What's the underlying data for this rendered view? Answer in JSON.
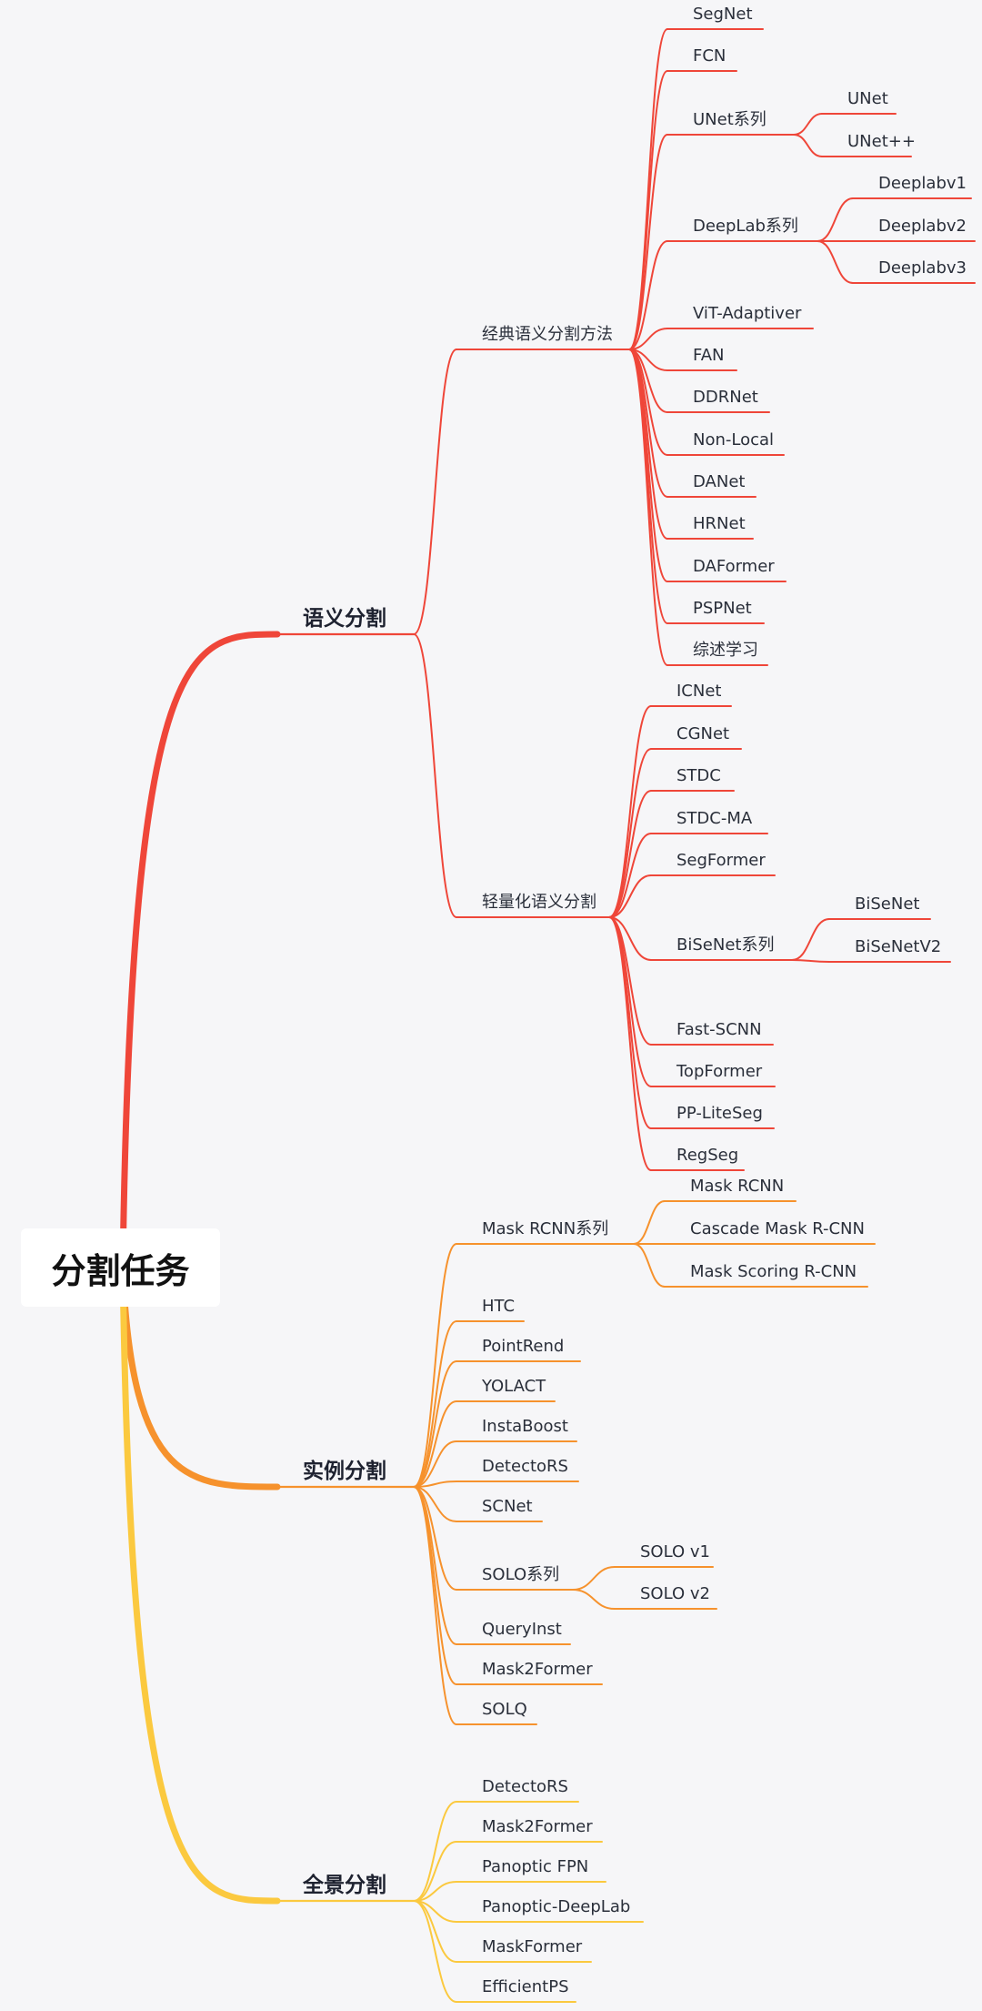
{
  "colors": {
    "semantic": "#ef4639",
    "instance": "#f6922d",
    "panoptic": "#fbc93f",
    "background": "#f6f6f8"
  },
  "root": {
    "label": "分割任务"
  },
  "branches": [
    {
      "key": "semantic",
      "label": "语义分割",
      "children": [
        {
          "label": "经典语义分割方法",
          "children": [
            {
              "label": "SegNet"
            },
            {
              "label": "FCN"
            },
            {
              "label": "UNet系列",
              "children": [
                {
                  "label": "UNet"
                },
                {
                  "label": "UNet++"
                }
              ]
            },
            {
              "label": "DeepLab系列",
              "children": [
                {
                  "label": "Deeplabv1"
                },
                {
                  "label": "Deeplabv2"
                },
                {
                  "label": "Deeplabv3"
                }
              ]
            },
            {
              "label": "ViT-Adaptiver"
            },
            {
              "label": "FAN"
            },
            {
              "label": "DDRNet"
            },
            {
              "label": "Non-Local"
            },
            {
              "label": "DANet"
            },
            {
              "label": "HRNet"
            },
            {
              "label": "DAFormer"
            },
            {
              "label": "PSPNet"
            },
            {
              "label": "综述学习"
            }
          ]
        },
        {
          "label": "轻量化语义分割",
          "children": [
            {
              "label": "ICNet"
            },
            {
              "label": "CGNet"
            },
            {
              "label": "STDC"
            },
            {
              "label": "STDC-MA"
            },
            {
              "label": "SegFormer"
            },
            {
              "label": "BiSeNet系列",
              "children": [
                {
                  "label": "BiSeNet"
                },
                {
                  "label": "BiSeNetV2"
                }
              ]
            },
            {
              "label": "Fast-SCNN"
            },
            {
              "label": "TopFormer"
            },
            {
              "label": "PP-LiteSeg"
            },
            {
              "label": "RegSeg"
            }
          ]
        }
      ]
    },
    {
      "key": "instance",
      "label": "实例分割",
      "children": [
        {
          "label": "Mask RCNN系列",
          "children": [
            {
              "label": "Mask RCNN"
            },
            {
              "label": "Cascade Mask R-CNN"
            },
            {
              "label": "Mask Scoring R-CNN"
            }
          ]
        },
        {
          "label": "HTC"
        },
        {
          "label": "PointRend"
        },
        {
          "label": "YOLACT"
        },
        {
          "label": "InstaBoost"
        },
        {
          "label": "DetectoRS"
        },
        {
          "label": "SCNet"
        },
        {
          "label": "SOLO系列",
          "children": [
            {
              "label": "SOLO v1"
            },
            {
              "label": "SOLO v2"
            }
          ]
        },
        {
          "label": "QueryInst"
        },
        {
          "label": "Mask2Former"
        },
        {
          "label": "SOLQ"
        }
      ]
    },
    {
      "key": "panoptic",
      "label": "全景分割",
      "children": [
        {
          "label": "DetectoRS"
        },
        {
          "label": "Mask2Former"
        },
        {
          "label": "Panoptic FPN"
        },
        {
          "label": "Panoptic-DeepLab"
        },
        {
          "label": "MaskFormer"
        },
        {
          "label": "EfficientPS"
        }
      ]
    }
  ]
}
